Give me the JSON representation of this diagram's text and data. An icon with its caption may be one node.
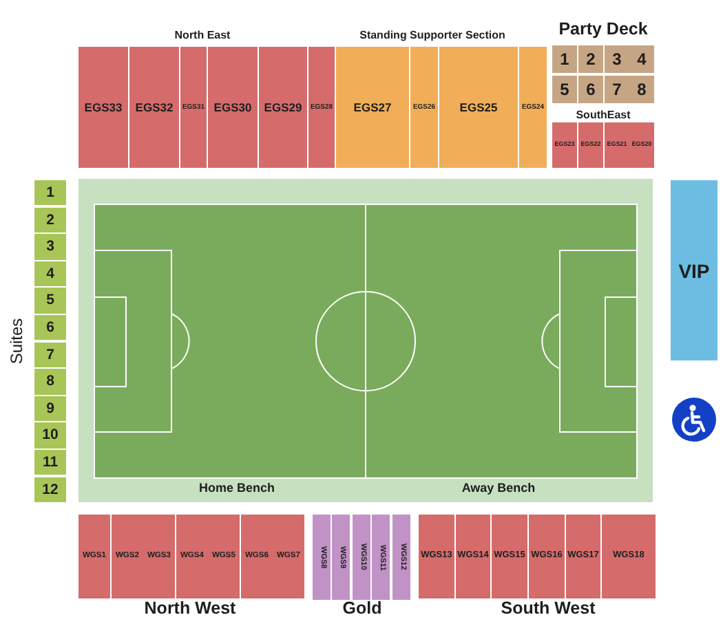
{
  "diagram": {
    "nodes": [
      {
        "text": [
          "EGS33"
        ]
      },
      {
        "text": [
          "EGS32"
        ]
      },
      {
        "text": [
          "EGS31"
        ]
      },
      {
        "text": [
          "EGS30"
        ]
      },
      {
        "text": [
          "EGS29"
        ]
      },
      {
        "text": [
          "EGS28"
        ]
      },
      {
        "text": [
          "EGS27"
        ]
      },
      {
        "text": [
          "EGS26"
        ]
      },
      {
        "text": [
          "EGS25"
        ]
      },
      {
        "text": [
          "EGS24"
        ]
      },
      {
        "text": [
          "1"
        ]
      },
      {
        "text": [
          "2"
        ]
      },
      {
        "text": [
          "3"
        ]
      },
      {
        "text": [
          "4"
        ]
      },
      {
        "text": [
          "5"
        ]
      },
      {
        "text": [
          "6"
        ]
      },
      {
        "text": [
          "7"
        ]
      },
      {
        "text": [
          "8"
        ]
      },
      {
        "text": [
          "EGS23"
        ]
      },
      {
        "text": [
          "EGS22"
        ]
      },
      {
        "text": [
          "EGS21"
        ]
      },
      {
        "text": [
          "EGS20"
        ]
      },
      {
        "text": [
          "1"
        ]
      },
      {
        "text": [
          "2"
        ]
      },
      {
        "text": [
          "3"
        ]
      },
      {
        "text": [
          "4"
        ]
      },
      {
        "text": [
          "5"
        ]
      },
      {
        "text": [
          "6"
        ]
      },
      {
        "text": [
          "7"
        ]
      },
      {
        "text": [
          "8"
        ]
      },
      {
        "text": [
          "9"
        ]
      },
      {
        "text": [
          "10"
        ]
      },
      {
        "text": [
          "11"
        ]
      },
      {
        "text": [
          "12"
        ]
      },
      {
        "text": [
          "Home Bench",
          "Away Bench"
        ]
      },
      {
        "text": [
          "VIP"
        ]
      },
      {
        "text": [
          "WGS1"
        ]
      },
      {
        "text": [
          "WGS2"
        ]
      },
      {
        "text": [
          "WGS3"
        ]
      },
      {
        "text": [
          "WGS4"
        ]
      },
      {
        "text": [
          "WGS5"
        ]
      },
      {
        "text": [
          "WGS6"
        ]
      },
      {
        "text": [
          "WGS7"
        ]
      },
      {
        "text": [
          "WGS8"
        ]
      },
      {
        "text": [
          "WGS9"
        ]
      },
      {
        "text": [
          "WGS10"
        ]
      },
      {
        "text": [
          "WGS11"
        ]
      },
      {
        "text": [
          "WGS12"
        ]
      },
      {
        "text": [
          "WGS13"
        ]
      },
      {
        "text": [
          "WGS14"
        ]
      },
      {
        "text": [
          "WGS15"
        ]
      },
      {
        "text": [
          "WGS16"
        ]
      },
      {
        "text": [
          "WGS17"
        ]
      },
      {
        "text": [
          "WGS18"
        ]
      }
    ],
    "labels": [
      "North East",
      "Standing Supporter Section",
      "Party Deck",
      "SouthEast",
      "Suites",
      "North West",
      "Gold",
      "South West"
    ]
  }
}
